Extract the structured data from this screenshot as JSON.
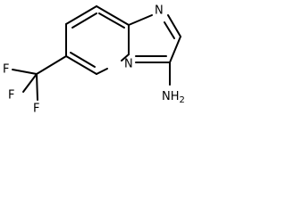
{
  "molecule": {
    "atoms": {
      "ring_n_top": "N",
      "ring_n_bridge": "N",
      "amine": "NH",
      "amine_subscript": "2",
      "fluorine_1": "F",
      "fluorine_2": "F",
      "fluorine_3": "F"
    }
  }
}
